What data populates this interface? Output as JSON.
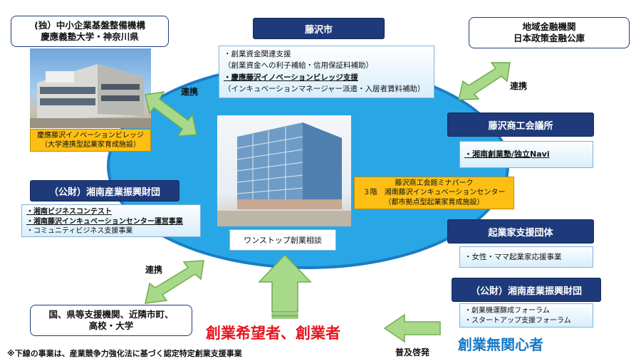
{
  "top_left_org": {
    "line1": "(独）中小企業基盤整備機構",
    "line2": "慶應義塾大学・神奈川県"
  },
  "top_right_org": {
    "line1": "地域金融機関",
    "line2": "日本政策金融公庫"
  },
  "fujisawa_city": {
    "header": "藤沢市",
    "items": [
      "・創業資金関連支援",
      "（創業資金への利子補給・信用保証料補助）",
      "・慶應藤沢イノベーションビレッジ支援",
      "（インキュベーションマネージャー派遣・入居者賃料補助）"
    ]
  },
  "keio_village": {
    "line1": "慶應藤沢イノベーションビレッジ",
    "line2": "（大学連携型起業家育成施設）"
  },
  "chamber": {
    "header": "藤沢商工会議所",
    "item": "・湘南創業塾/独立Navi"
  },
  "minapark": {
    "line1": "藤沢商工会館ミナパーク",
    "line2": "３階　湘南藤沢インキュベーションセンター",
    "line3": "（都市拠点型起業家育成施設）"
  },
  "shonan_foundation": {
    "header": "（公財）湘南産業振興財団",
    "items": [
      "・湘南ビジネスコンテスト",
      "・湘南藤沢インキュベーションセンター運営事業",
      "・コミュニティビジネス支援事業"
    ]
  },
  "onestop": {
    "label": "ワンストップ創業相談"
  },
  "entrepreneur_support": {
    "header": "起業家支援団体",
    "item": "・女性・ママ起業家応援事業"
  },
  "shonan_foundation_right": {
    "header": "（公財）湘南産業振興財団",
    "items": [
      "・創業機運醸成フォーラム",
      "・スタートアップ支援フォーラム"
    ]
  },
  "national": {
    "line1": "国、県等支援機関、近隣市町、",
    "line2": "高校・大学"
  },
  "labels": {
    "renkei_top_left": "連携",
    "renkei_top_right": "連携",
    "renkei_bottom_left": "連携",
    "fukyu": "普及啓発",
    "aspirants": "創業希望者、創業者",
    "uninterested": "創業無関心者",
    "footnote": "※下線の事業は、産業競争力強化法に基づく認定特定創業支援事業"
  },
  "colors": {
    "navy": "#1f3a7a",
    "ellipse": "#29a6e6",
    "yellow": "#fdbf14",
    "arrow_green": "#a8d98a",
    "red_text": "#e8141c",
    "blue_text": "#1478c8"
  }
}
